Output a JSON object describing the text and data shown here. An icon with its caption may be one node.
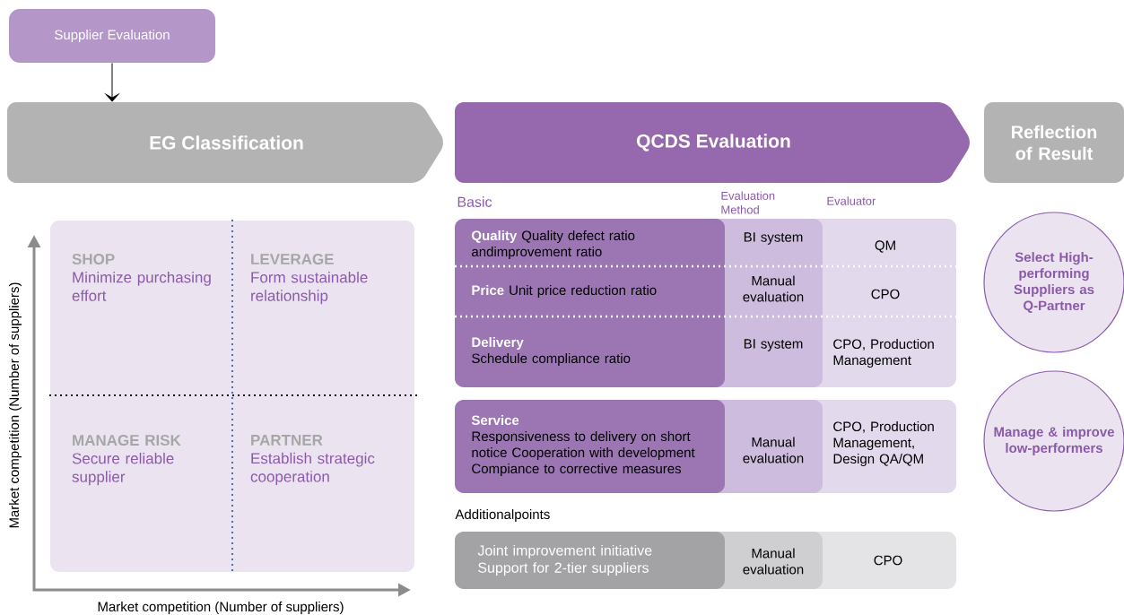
{
  "diagram": {
    "nodes": [
      {
        "text": [
          "Supplier Evaluation"
        ]
      },
      {
        "text": [
          "EG Classification"
        ]
      },
      {
        "text": [
          "QCDS Evaluation"
        ]
      },
      {
        "text": [
          "Reflection of Result"
        ]
      },
      {
        "text": [],
        "shape": "box"
      },
      {
        "text": [
          "SHOP",
          "Minimize purchasing effort"
        ],
        "in": 4
      },
      {
        "text": [
          "LEVERAGE",
          "Form sustainable relationship"
        ],
        "in": 4
      },
      {
        "text": [
          "MANAGE RISK",
          "Secure reliable supplier"
        ],
        "in": 4
      },
      {
        "text": [
          "PARTNER",
          "Establish strategic cooperation"
        ],
        "in": 4
      },
      {
        "text": [
          "Quality",
          "Quality defect ratio andimprovement ratio"
        ]
      },
      {
        "text": [
          "BI system"
        ]
      },
      {
        "text": [
          "QM"
        ]
      },
      {
        "text": [
          "Price",
          "Unit price reduction ratio"
        ]
      },
      {
        "text": [
          "Manual evaluation"
        ]
      },
      {
        "text": [
          "CPO"
        ]
      },
      {
        "text": [
          "Delivery",
          "Schedule compliance ratio"
        ]
      },
      {
        "text": [
          "BI system"
        ]
      },
      {
        "text": [
          "CPO, Production Management"
        ]
      },
      {
        "text": [
          "Service",
          "Responsiveness to delivery on short notice Cooperation with development Compiance to corrective measures"
        ]
      },
      {
        "text": [
          "Manual evaluation"
        ]
      },
      {
        "text": [
          "CPO, Production Management, Design QA/QM"
        ]
      },
      {
        "text": [
          "Joint improvement initiative Support for 2-tier suppliers"
        ]
      },
      {
        "text": [
          "Manual evaluation"
        ]
      },
      {
        "text": [
          "CPO"
        ]
      },
      {
        "text": [
          "Select High-performing Suppliers as Q-Partner"
        ]
      },
      {
        "text": [
          "Manage & improve low-performers"
        ]
      }
    ],
    "edges": [
      {
        "from": 0,
        "to": 1,
        "arrow": "to"
      }
    ],
    "labels": [
      "Basic",
      "Evaluation Method",
      "Evaluator",
      "Additionalpoints",
      "Market competition (Number of suppliers)",
      "Market competition (Number of suppliers)"
    ]
  }
}
